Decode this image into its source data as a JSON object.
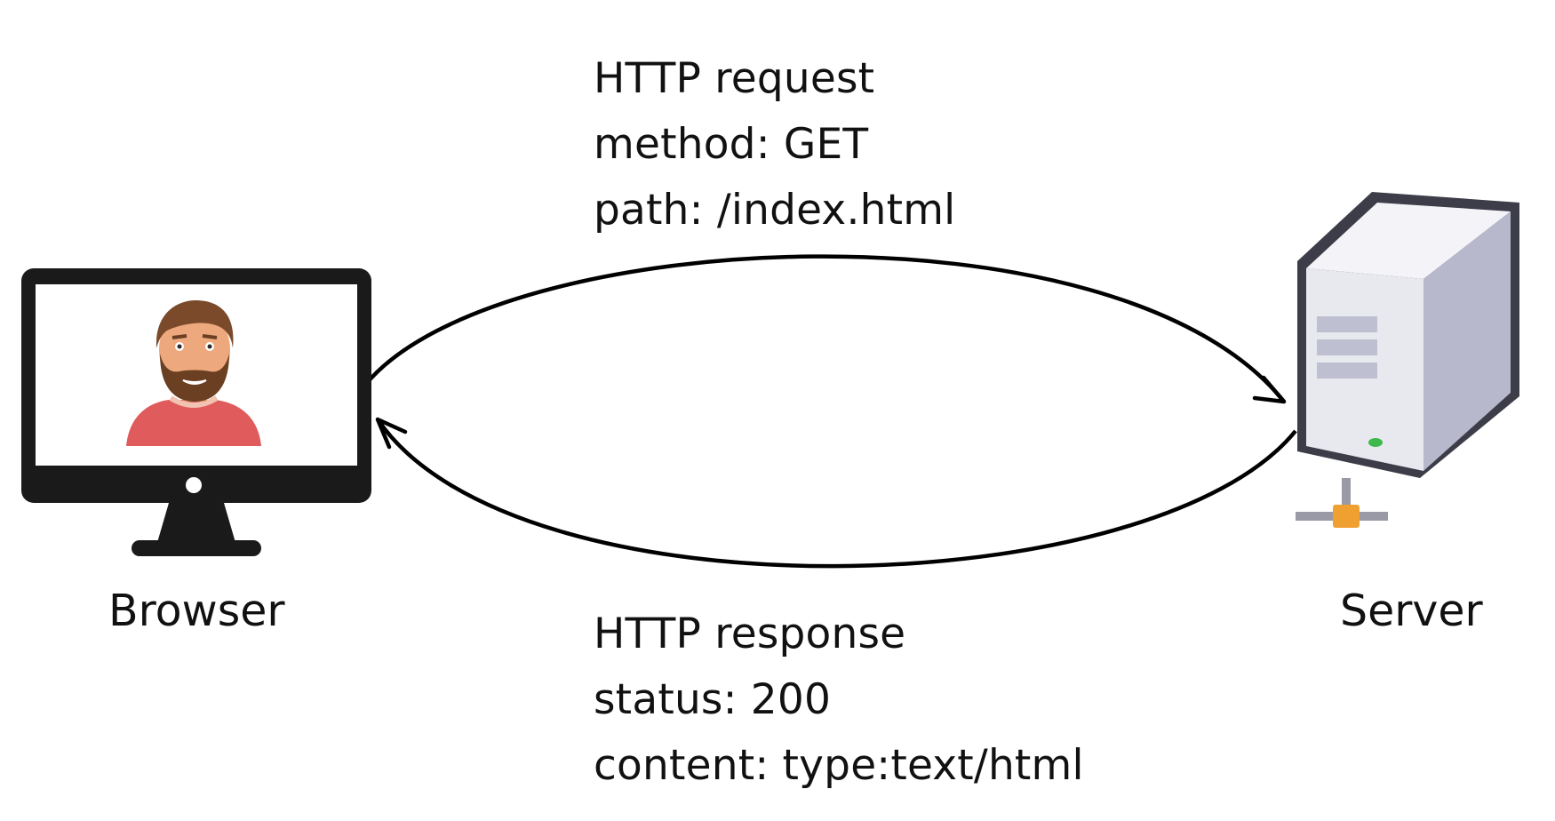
{
  "request": {
    "title": "HTTP request",
    "method": "method: GET",
    "path": "path: /index.html"
  },
  "response": {
    "title": "HTTP response",
    "status": "status: 200",
    "content": "content: type:text/html"
  },
  "nodes": {
    "browser_label": "Browser",
    "server_label": "Server"
  },
  "icons": {
    "browser": "monitor-with-user-avatar-icon",
    "server": "server-tower-icon"
  },
  "colors": {
    "arrow": "#000000",
    "monitor_frame": "#1a1a1a",
    "shirt": "#e05b5b",
    "server_body": "#e8e8f0",
    "server_led": "#3cb94a",
    "connector": "#f0a030"
  }
}
